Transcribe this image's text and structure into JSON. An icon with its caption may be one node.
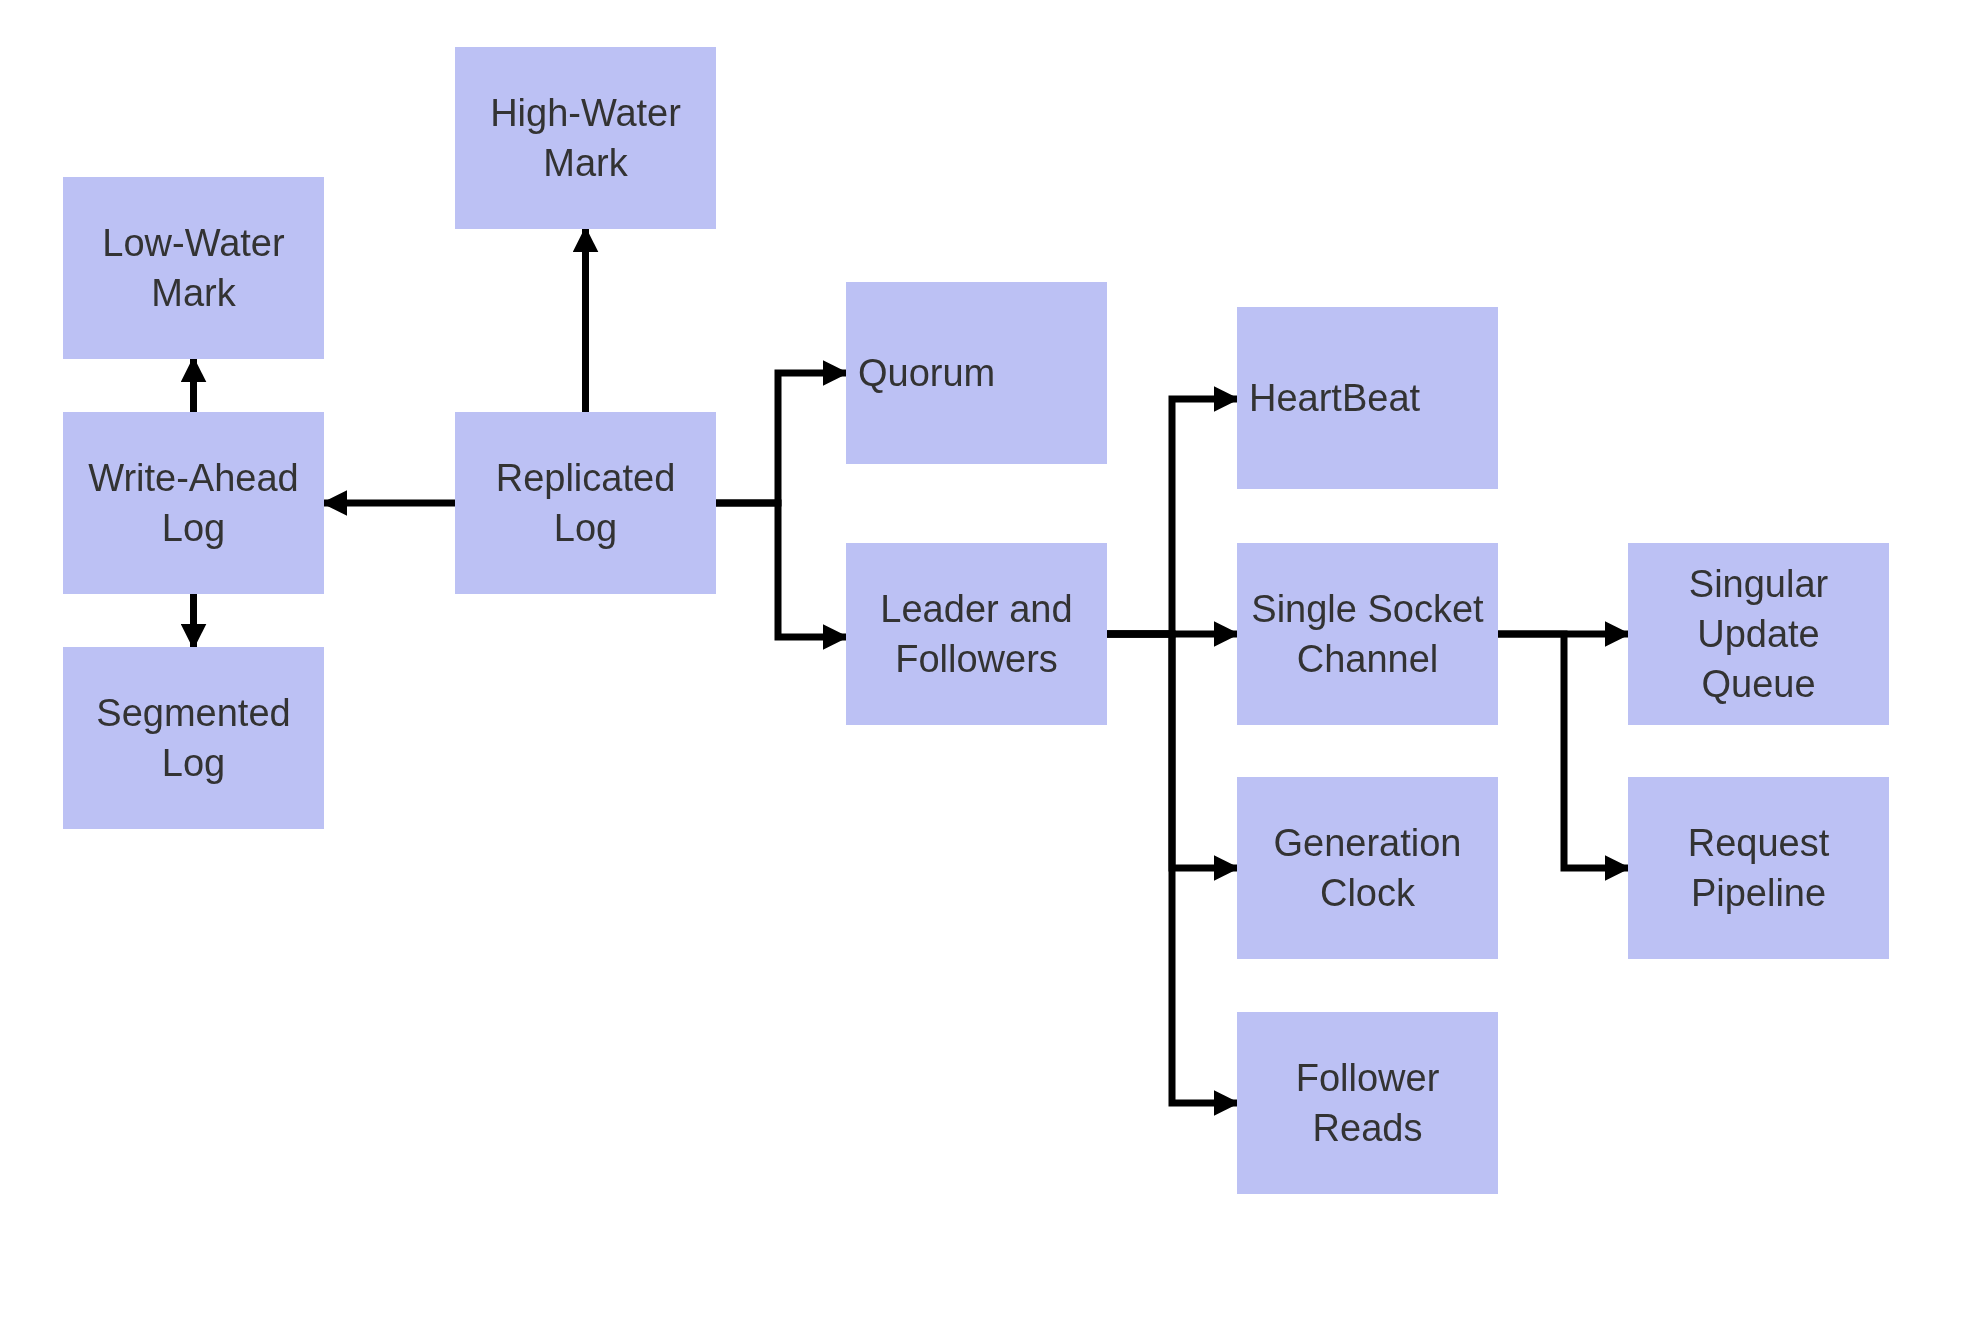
{
  "diagram": {
    "nodes": [
      {
        "text": [
          "High-Water Mark"
        ]
      },
      {
        "text": [
          "Low-Water Mark"
        ]
      },
      {
        "text": [
          "Write-Ahead Log"
        ]
      },
      {
        "text": [
          "Replicated Log"
        ]
      },
      {
        "text": [
          "Quorum"
        ]
      },
      {
        "text": [
          "HeartBeat"
        ]
      },
      {
        "text": [
          "Segmented Log"
        ]
      },
      {
        "text": [
          "Leader and Followers"
        ]
      },
      {
        "text": [
          "Single Socket Channel"
        ]
      },
      {
        "text": [
          "Singular Update Queue"
        ]
      },
      {
        "text": [
          "Generation Clock"
        ]
      },
      {
        "text": [
          "Request Pipeline"
        ]
      },
      {
        "text": [
          "Follower Reads"
        ]
      }
    ],
    "edges": [
      {
        "from": 3,
        "to": 0,
        "arrow": "to"
      },
      {
        "from": 3,
        "to": 2,
        "arrow": "to"
      },
      {
        "from": 2,
        "to": 1,
        "arrow": "to"
      },
      {
        "from": 2,
        "to": 6,
        "arrow": "to"
      },
      {
        "from": 3,
        "to": 4,
        "arrow": "to"
      },
      {
        "from": 3,
        "to": 7,
        "arrow": "to"
      },
      {
        "from": 7,
        "to": 5,
        "arrow": "to"
      },
      {
        "from": 7,
        "to": 8,
        "arrow": "to"
      },
      {
        "from": 7,
        "to": 10,
        "arrow": "to"
      },
      {
        "from": 7,
        "to": 12,
        "arrow": "to"
      },
      {
        "from": 8,
        "to": 9,
        "arrow": "to"
      },
      {
        "from": 8,
        "to": 11,
        "arrow": "to"
      }
    ]
  }
}
